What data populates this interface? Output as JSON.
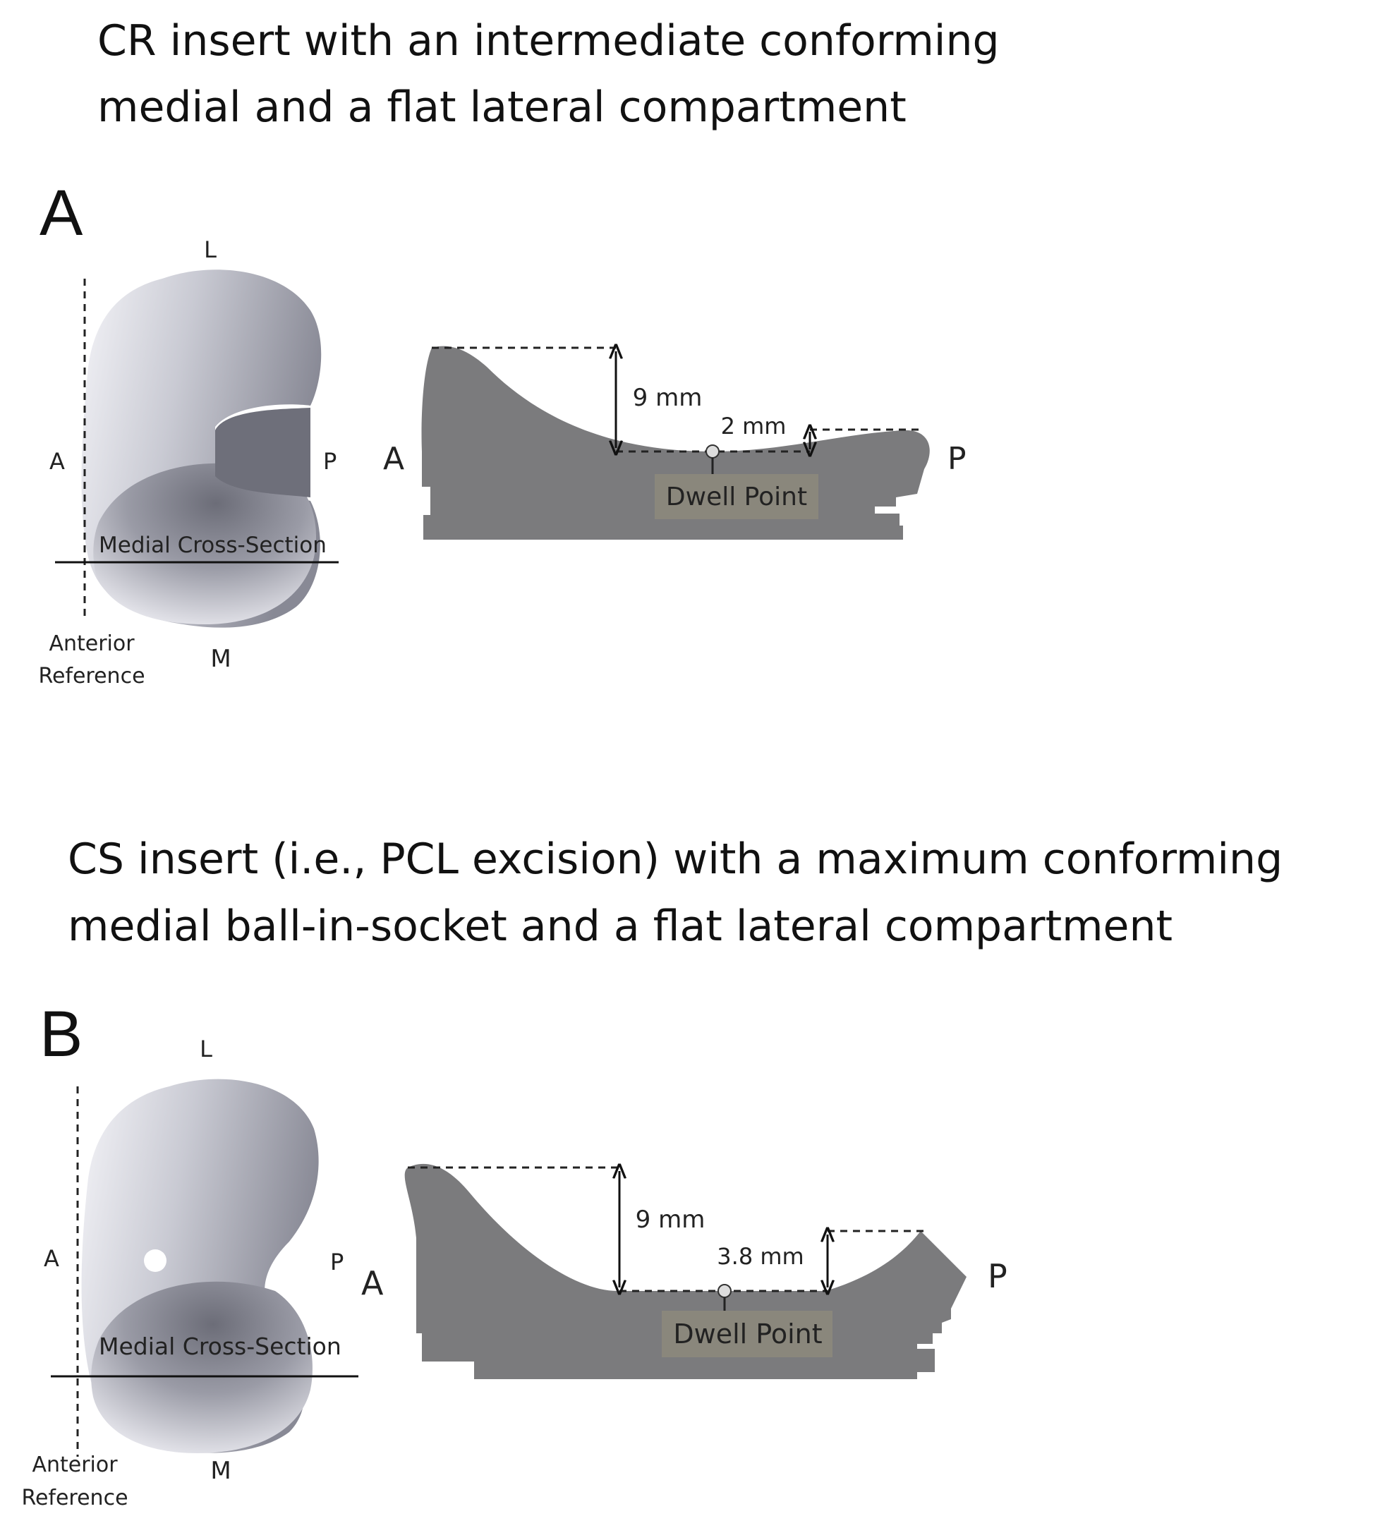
{
  "panel_a": {
    "title_line1": "CR insert with an intermediate conforming",
    "title_line2": "medial and a flat lateral compartment",
    "letter": "A",
    "top_view": {
      "lateral": "L",
      "medial": "M",
      "anterior": "A",
      "posterior": "P",
      "cross_section": "Medial Cross-Section",
      "reference_line1": "Anterior",
      "reference_line2": "Reference"
    },
    "section": {
      "anterior": "A",
      "posterior": "P",
      "depth_anterior": "9 mm",
      "depth_posterior": "2 mm",
      "dwell_point": "Dwell Point"
    }
  },
  "panel_b": {
    "title_line1": "CS insert (i.e., PCL excision) with a maximum conforming",
    "title_line2": "medial ball-in-socket and a flat lateral compartment",
    "letter": "B",
    "top_view": {
      "lateral": "L",
      "medial": "M",
      "anterior": "A",
      "posterior": "P",
      "cross_section": "Medial Cross-Section",
      "reference_line1": "Anterior",
      "reference_line2": "Reference"
    },
    "section": {
      "anterior": "A",
      "posterior": "P",
      "depth_anterior": "9 mm",
      "depth_posterior": "3.8 mm",
      "dwell_point": "Dwell Point"
    }
  },
  "colors": {
    "insert_section": "#7b7b7d",
    "dwell_label_bg": "#8a877c",
    "top_view_light": "#f2f2f6",
    "top_view_dark": "#7e7f8a"
  }
}
